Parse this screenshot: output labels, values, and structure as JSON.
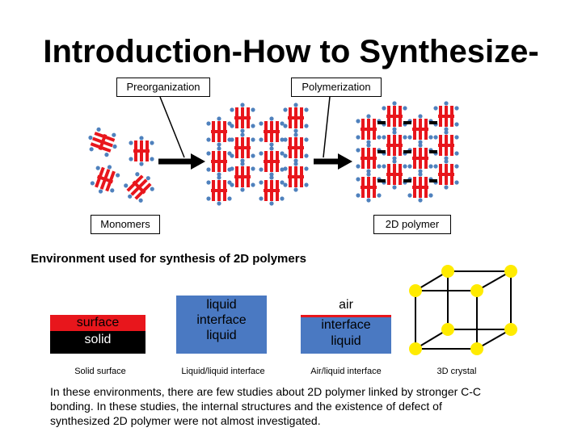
{
  "title": "Introduction-How to Synthesize-",
  "scheme": {
    "preorganization": "Preorganization",
    "polymerization": "Polymerization",
    "monomers": "Monomers",
    "polymer": "2D polymer"
  },
  "environment": {
    "heading": "Environment used for synthesis of 2D polymers",
    "solid": {
      "top": "surface",
      "bottom": "solid",
      "caption": "Solid surface"
    },
    "liquid_liquid": {
      "line1": "liquid",
      "line2": "interface",
      "line3": "liquid",
      "caption": "Liquid/liquid interface"
    },
    "air_liquid": {
      "line1": "air",
      "line2": "interface",
      "line3": "liquid",
      "caption": "Air/liquid interface"
    },
    "crystal_caption": "3D crystal"
  },
  "description": "In these environments, there are few studies about 2D polymer linked by stronger C-C bonding. In these studies, the internal structures and the existence of defect of synthesized 2D polymer were not almost investigated.",
  "colors": {
    "monomer_red": "#e8161c",
    "node_blue": "#4f81bd",
    "liquid_blue": "#4a79c2",
    "solid_red": "#e8161c",
    "crystal_yellow": "#ffeb00"
  }
}
